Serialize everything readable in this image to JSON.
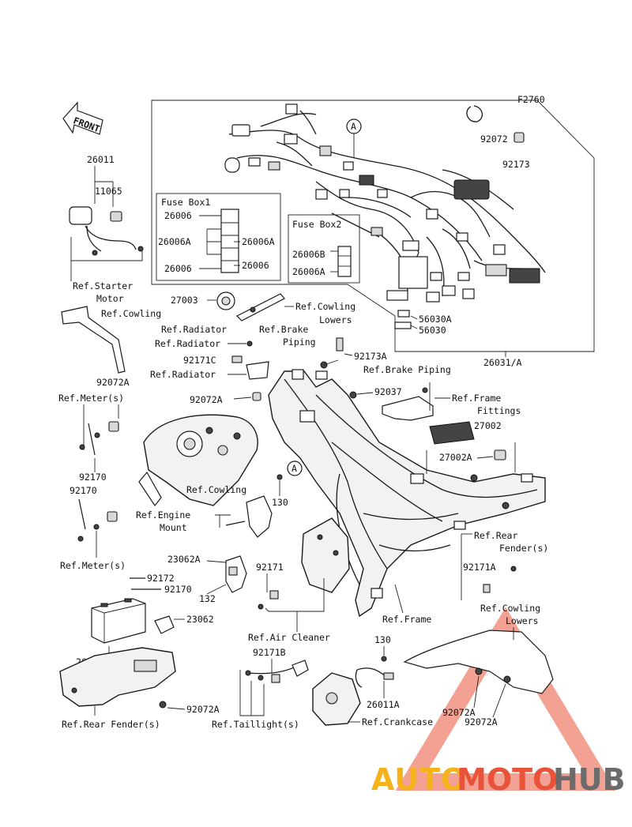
{
  "figure_code": "F2760",
  "front_label": "FRONT",
  "fuse_box_1": {
    "title": "Fuse Box1",
    "labels": [
      "26006",
      "26006A",
      "26006A",
      "26006",
      "26006"
    ]
  },
  "fuse_box_2": {
    "title": "Fuse Box2",
    "labels": [
      "26006B",
      "26006A"
    ]
  },
  "callouts": {
    "p26011": "26011",
    "p11065": "11065",
    "ref_starter_motor_1": "Ref.Starter",
    "ref_starter_motor_2": "Motor",
    "ref_cowling_top": "Ref.Cowling",
    "p92072A_left": "92072A",
    "p27003": "27003",
    "ref_cowling_lowers_1": "Ref.Cowling",
    "ref_cowling_lowers_2": "Lowers",
    "ref_radiator_1": "Ref.Radiator",
    "ref_brake_piping_1": "Ref.Brake",
    "ref_brake_piping_2": "Piping",
    "ref_radiator_2": "Ref.Radiator",
    "p92173A": "92173A",
    "p92171C": "92171C",
    "ref_brake_piping_full": "Ref.Brake Piping",
    "ref_radiator_3": "Ref.Radiator",
    "p92072": "92072",
    "p92173": "92173",
    "p56030A": "56030A",
    "p56030": "56030",
    "p26031A": "26031/A",
    "circle_A": "A",
    "ref_meters_top": "Ref.Meter(s)",
    "p92072A_mid": "92072A",
    "p92037": "92037",
    "ref_frame_fittings_1": "Ref.Frame",
    "ref_frame_fittings_2": "Fittings",
    "p27002": "27002",
    "p27002A": "27002A",
    "p92170_a": "92170",
    "p92170_b": "92170",
    "ref_cowling_mid": "Ref.Cowling",
    "p130_a": "130",
    "ref_engine_mount_1": "Ref.Engine",
    "ref_engine_mount_2": "Mount",
    "ref_rear_fender_1": "Ref.Rear",
    "ref_rear_fender_2": "Fender(s)",
    "ref_meters_bottom": "Ref.Meter(s)",
    "p23062A": "23062A",
    "p92171": "92171",
    "p92171A": "92171A",
    "p92172": "92172",
    "p92170_c": "92170",
    "p132": "132",
    "ref_frame": "Ref.Frame",
    "ref_cowling_lowers_b1": "Ref.Cowling",
    "ref_cowling_lowers_b2": "Lowers",
    "p23062": "23062",
    "ref_air_cleaner": "Ref.Air Cleaner",
    "p130_b": "130",
    "p26012": "26012",
    "p92171B": "92171B",
    "p26011A": "26011A",
    "p92072A_bottom": "92072A",
    "p92072A_r1": "92072A",
    "p92072A_r2": "92072A",
    "ref_rear_fenders": "Ref.Rear Fender(s)",
    "ref_taillights": "Ref.Taillight(s)",
    "ref_crankcase": "Ref.Crankcase"
  },
  "watermark": {
    "auto": "AUTO",
    "moto": "MOTO",
    "hub": "HUB",
    "colors": {
      "auto": "#f5b21a",
      "moto": "#e8533a",
      "hub": "#6b6b6b",
      "triangle": "#e8533a"
    }
  }
}
